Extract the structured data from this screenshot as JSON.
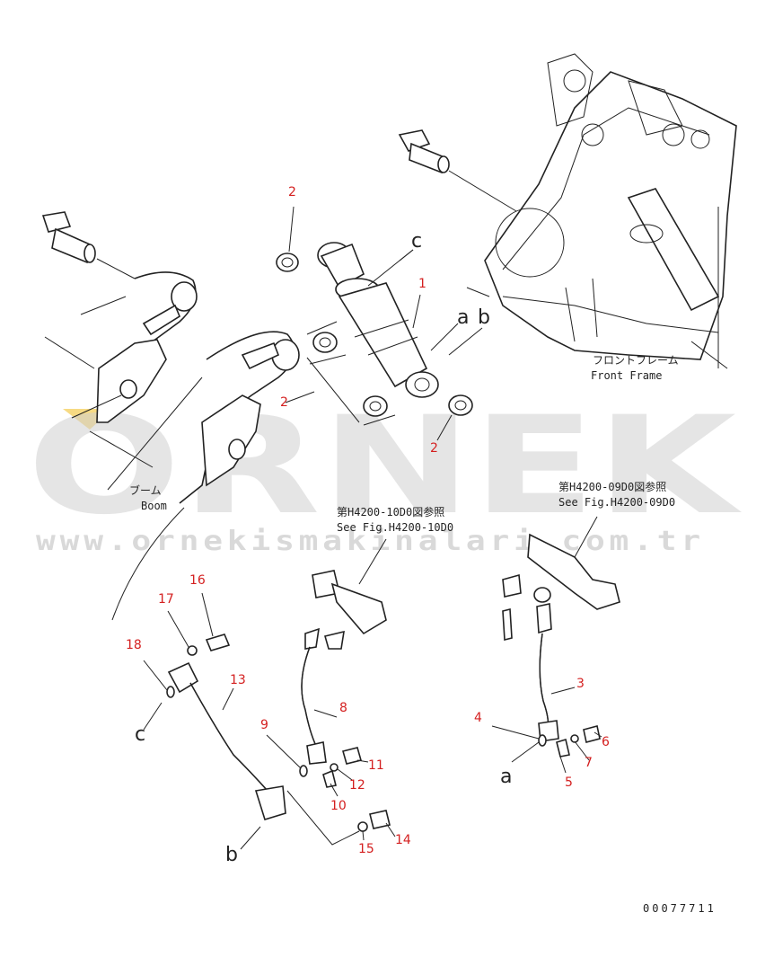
{
  "watermark": {
    "brand": "ORNEK",
    "url": "www.ornekismakinalari.com.tr"
  },
  "labels": {
    "front_frame_jp": "フロントフレーム",
    "front_frame_en": "Front Frame",
    "boom_jp": "ブーム",
    "boom_en": "Boom",
    "ref_1_jp": "第H4200-10D0図参照",
    "ref_1_en": "See Fig.H4200-10D0",
    "ref_2_jp": "第H4200-09D0図参照",
    "ref_2_en": "See Fig.H4200-09D0",
    "drawing_number": "00077711"
  },
  "callouts": [
    "1",
    "2",
    "2",
    "2",
    "3",
    "4",
    "5",
    "6",
    "7",
    "8",
    "9",
    "10",
    "11",
    "12",
    "13",
    "14",
    "15",
    "16",
    "17",
    "18"
  ],
  "connection_letters": [
    "a",
    "a",
    "b",
    "b",
    "c",
    "c"
  ],
  "colors": {
    "line": "#222222",
    "callout": "#d42020",
    "watermark": "#cfcfcf",
    "watermark_accent": "#f2c230"
  }
}
